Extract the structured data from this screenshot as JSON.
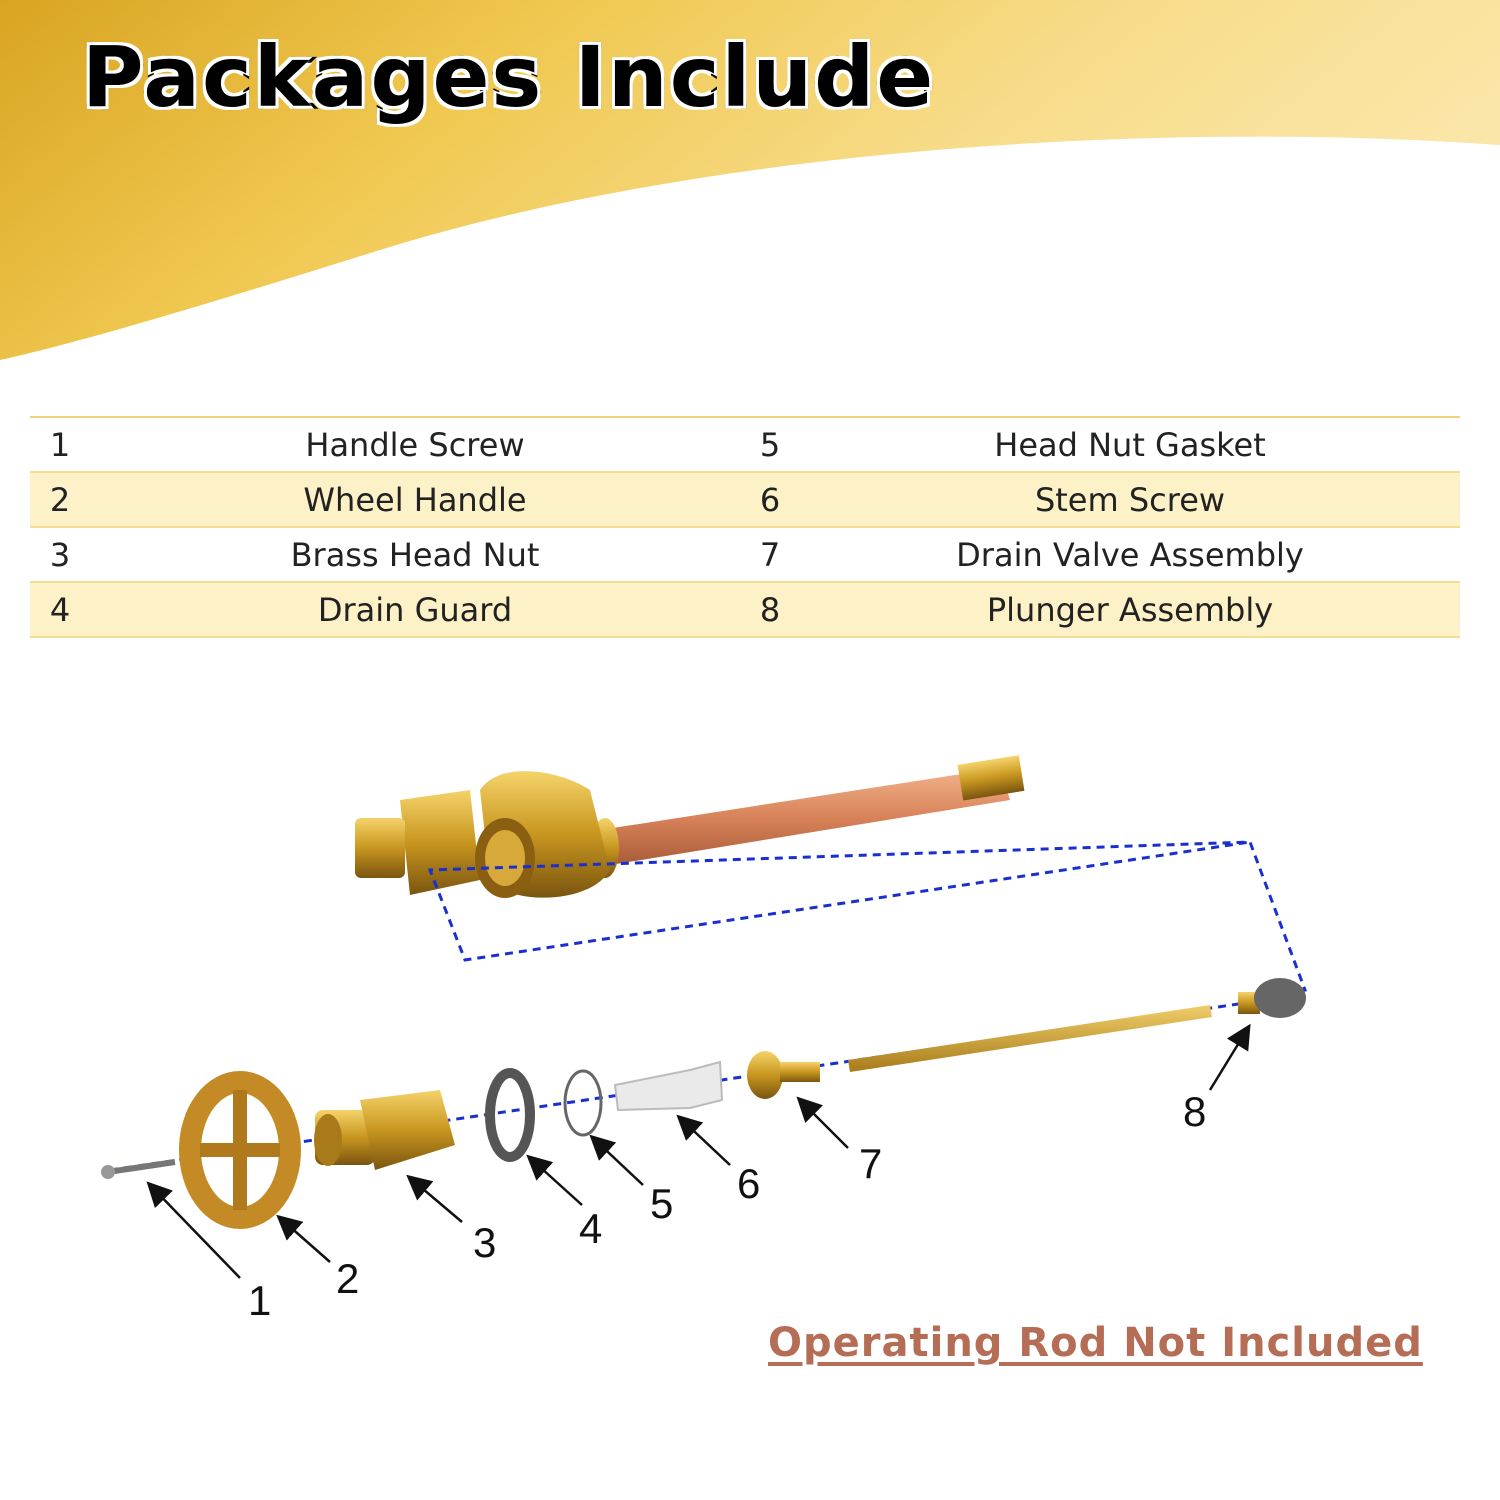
{
  "title": "Packages Include",
  "parts": [
    {
      "left_num": "1",
      "left_name": "Handle Screw",
      "right_num": "5",
      "right_name": "Head Nut Gasket"
    },
    {
      "left_num": "2",
      "left_name": "Wheel Handle",
      "right_num": "6",
      "right_name": "Stem Screw"
    },
    {
      "left_num": "3",
      "left_name": "Brass Head Nut",
      "right_num": "7",
      "right_name": "Drain Valve Assembly"
    },
    {
      "left_num": "4",
      "left_name": "Drain Guard",
      "right_num": "8",
      "right_name": "Plunger Assembly"
    }
  ],
  "callouts": [
    "1",
    "2",
    "3",
    "4",
    "5",
    "6",
    "7",
    "8"
  ],
  "note": "Operating Rod Not Included",
  "colors": {
    "banner_gold": "#e9b93a",
    "note": "#b66d56",
    "row_stripe": "#fdf1c8",
    "dashed_line": "#1a2fd0"
  }
}
